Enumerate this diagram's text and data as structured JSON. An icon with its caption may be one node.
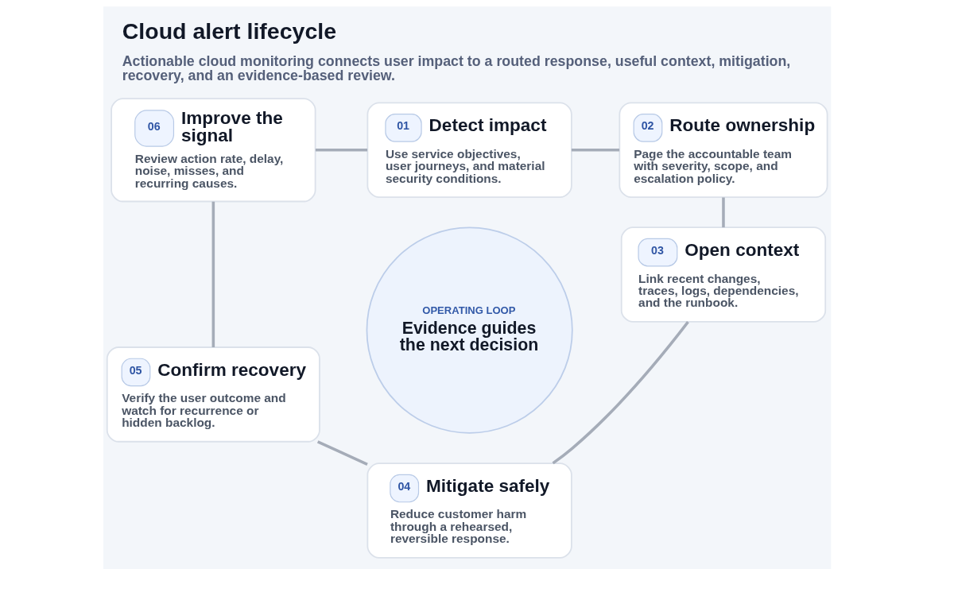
{
  "diagram": {
    "title": "Cloud alert lifecycle",
    "caption": "Actionable cloud monitoring connects user impact to a routed response, useful context, mitigation, recovery, and an evidence-based review.",
    "nodes": [
      {
        "text": [
          "01",
          "Detect impact",
          "Use service objectives, user journeys, and material security conditions."
        ]
      },
      {
        "text": [
          "02",
          "Route ownership",
          "Page the accountable team with severity, scope, and escalation policy."
        ]
      },
      {
        "text": [
          "03",
          "Open context",
          "Link recent changes, traces, logs, dependencies, and the runbook."
        ]
      },
      {
        "text": [
          "04",
          "Mitigate safely",
          "Reduce customer harm through a rehearsed, reversible response."
        ]
      },
      {
        "text": [
          "05",
          "Confirm recovery",
          "Verify the user outcome and watch for recurrence or hidden backlog."
        ]
      },
      {
        "text": [
          "06",
          "Improve the signal",
          "Review action rate, delay, noise, misses, and recurring causes."
        ]
      },
      {
        "text": [
          "OPERATING LOOP",
          "Evidence guides the next decision"
        ]
      }
    ],
    "edges": [
      {
        "from": 0,
        "to": 1,
        "arrow": "none"
      },
      {
        "from": 1,
        "to": 2,
        "arrow": "none"
      },
      {
        "from": 2,
        "to": 3,
        "arrow": "none"
      },
      {
        "from": 3,
        "to": 4,
        "arrow": "none"
      },
      {
        "from": 4,
        "to": 5,
        "arrow": "none"
      },
      {
        "from": 5,
        "to": 0,
        "arrow": "none"
      }
    ]
  }
}
